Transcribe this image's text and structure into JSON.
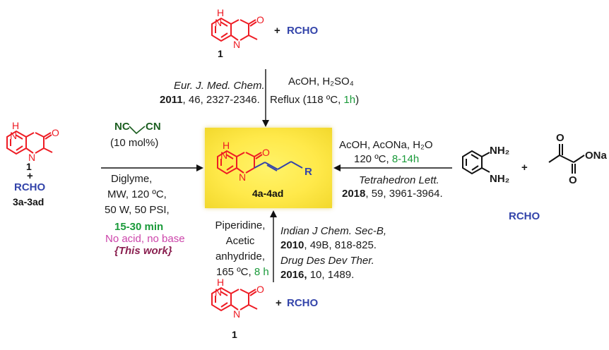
{
  "colors": {
    "structure_red": "#ee1c24",
    "rcho_blue": "#3344aa",
    "time_green": "#1a9a3a",
    "highlight_yellow": "#ffe94a",
    "note_magenta": "#cc44aa",
    "this_work_plum": "#8a2050",
    "catalyst_darkgreen": "#1b5e20",
    "arrow_black": "#111111"
  },
  "top": {
    "compound_label": "1",
    "plus": "+",
    "reagent": "RCHO",
    "ref_journal": "Eur. J. Med. Chem.",
    "ref_year": "2011",
    "ref_vol_pages": ", 46, 2327-2346.",
    "cond_line1": "AcOH, H₂SO₄",
    "cond_line2_pre": "Reflux (118 ºC, ",
    "cond_time": "1h",
    "cond_line2_post": ")"
  },
  "left": {
    "compound_label": "1",
    "plus": "+",
    "reagent": "RCHO",
    "reagent_label": "3a-3ad",
    "catalyst_nc1": "NC",
    "catalyst_nc2": "CN",
    "catalyst_loading": "(10 mol%)",
    "solvent": "Diglyme,",
    "mw_line": "MW, 120 ºC,",
    "power_line": "50 W, 50 PSI,",
    "time": "15-30 min",
    "note": "No acid, no base",
    "this_work": "{This work}"
  },
  "center": {
    "product_label": "4a-4ad",
    "nh_label": "H",
    "n_label": "N",
    "o_label": "O",
    "r_label": "R"
  },
  "right": {
    "cond_line1": "AcOH, AcONa, H₂O",
    "cond_line2_pre": "120 ºC, ",
    "cond_time": "8-14h",
    "ref_journal": "Tetrahedron Lett.",
    "ref_year": "2018",
    "ref_vol_pages": ", 59, 3961-3964.",
    "amine1": "NH₂",
    "amine2": "NH₂",
    "plus": "+",
    "pyruvate_o1": "O",
    "pyruvate_o2": "O",
    "pyruvate_ona": "ONa",
    "reagent": "RCHO"
  },
  "bottom": {
    "cond_line1": "Piperidine,",
    "cond_line2": "Acetic",
    "cond_line3": "anhydride,",
    "cond_line4_pre": "165 ºC, ",
    "cond_time": "8 h",
    "ref1_journal": "Indian J Chem. Sec-B,",
    "ref1_year": "2010",
    "ref1_vol_pages": ", 49B, 818-825.",
    "ref2_journal": "Drug Des Dev Ther.",
    "ref2_year": "2016,",
    "ref2_vol_pages": " 10, 1489.",
    "compound_label": "1",
    "plus": "+",
    "reagent": "RCHO"
  }
}
